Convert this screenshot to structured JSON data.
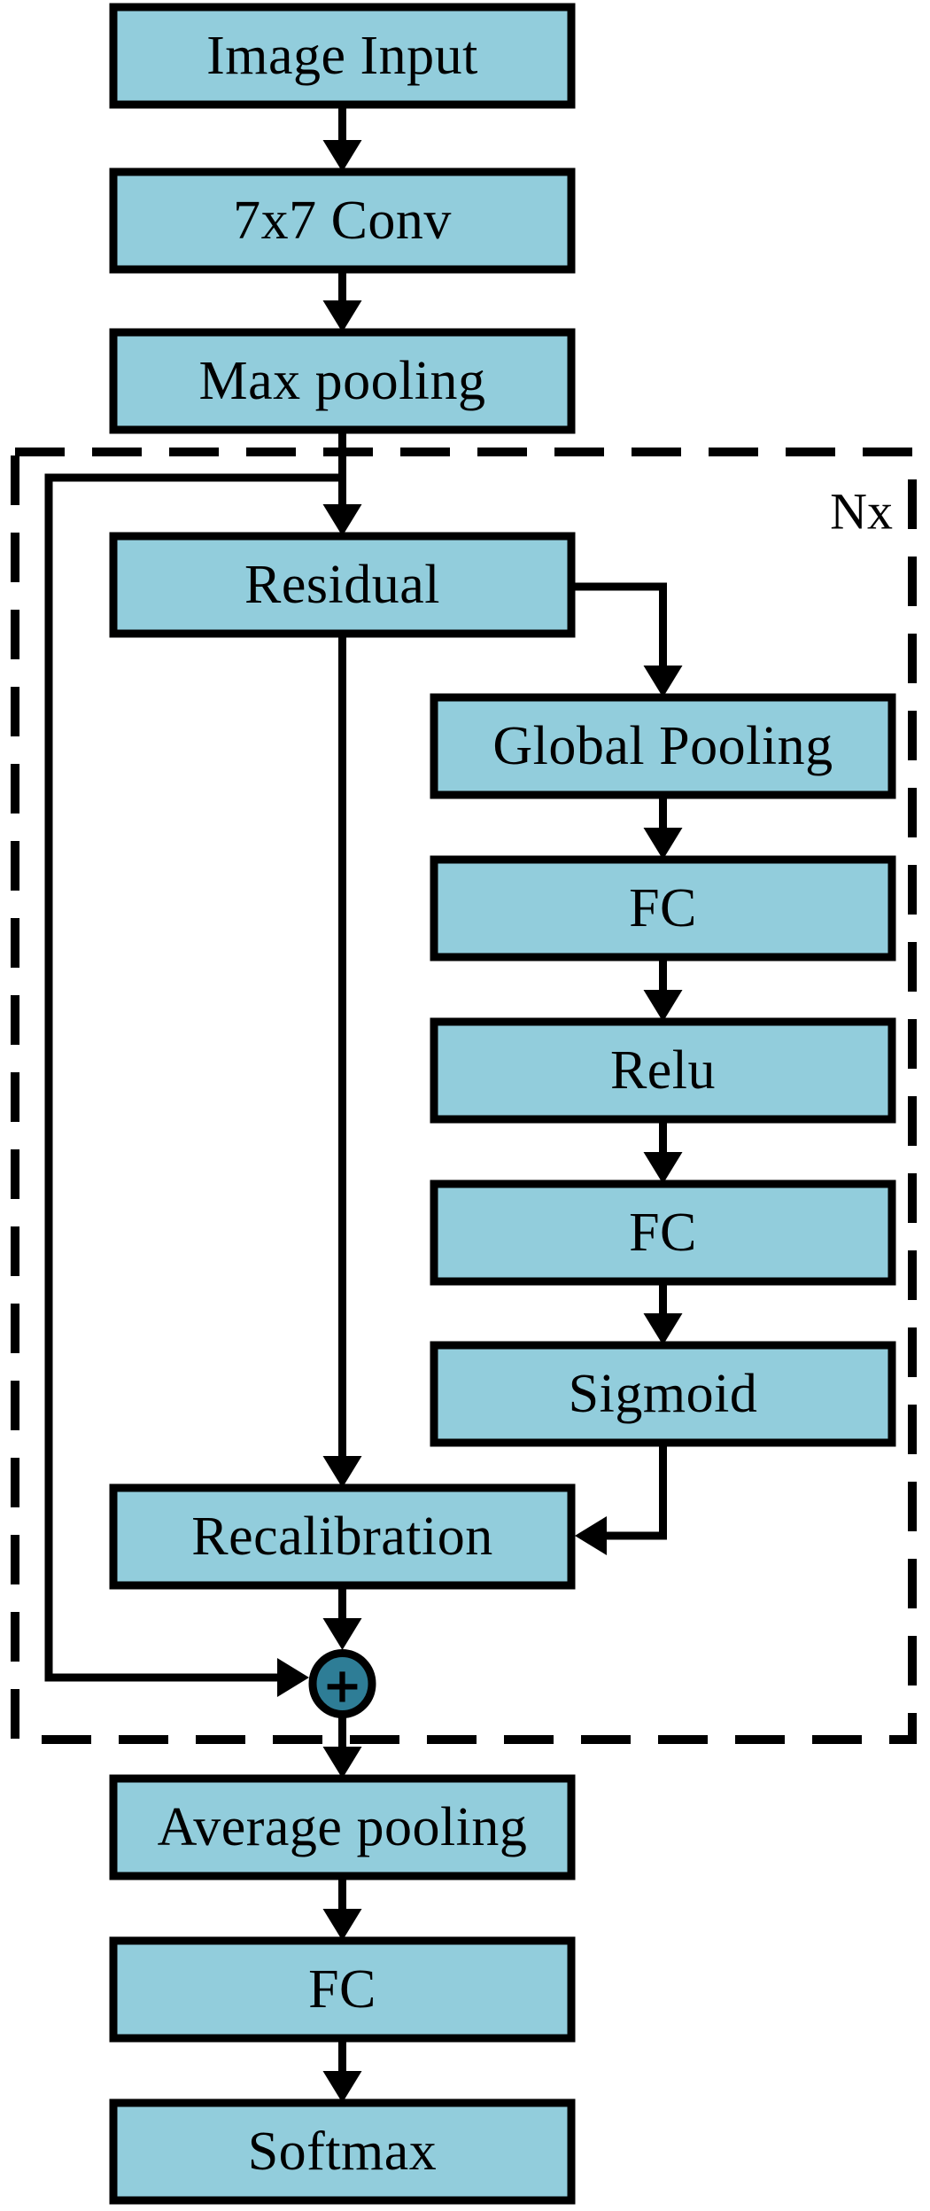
{
  "figure": {
    "type": "flowchart",
    "repeat_label": "Nx",
    "sum_symbol": "+"
  },
  "colors": {
    "node_fill": "#92CDDC",
    "sum_fill": "#2E7D96",
    "line": "#000000",
    "background": "#FFFFFF"
  },
  "nodes": [
    {
      "id": "image_input",
      "label": "Image Input"
    },
    {
      "id": "conv7x7",
      "label": "7x7 Conv"
    },
    {
      "id": "max_pooling",
      "label": "Max pooling"
    },
    {
      "id": "residual",
      "label": "Residual"
    },
    {
      "id": "global_pooling",
      "label": "Global Pooling"
    },
    {
      "id": "fc_se_1",
      "label": "FC"
    },
    {
      "id": "relu",
      "label": "Relu"
    },
    {
      "id": "fc_se_2",
      "label": "FC"
    },
    {
      "id": "sigmoid",
      "label": "Sigmoid"
    },
    {
      "id": "recalibration",
      "label": "Recalibration"
    },
    {
      "id": "sum",
      "label": "+"
    },
    {
      "id": "average_pooling",
      "label": "Average pooling"
    },
    {
      "id": "fc_out",
      "label": "FC"
    },
    {
      "id": "softmax",
      "label": "Softmax"
    }
  ],
  "edges": [
    "image_input->conv7x7",
    "conv7x7->max_pooling",
    "max_pooling->residual",
    "max_pooling->sum (skip connection)",
    "residual->global_pooling",
    "global_pooling->fc_se_1",
    "fc_se_1->relu",
    "relu->fc_se_2",
    "fc_se_2->sigmoid",
    "sigmoid->recalibration",
    "residual->recalibration",
    "recalibration->sum",
    "sum->average_pooling",
    "average_pooling->fc_out",
    "fc_out->softmax"
  ]
}
